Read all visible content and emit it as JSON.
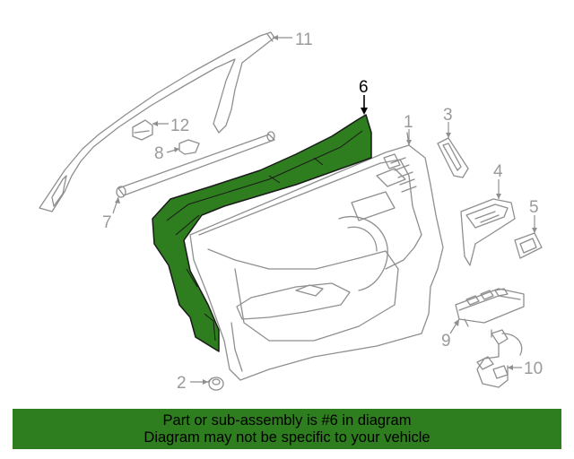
{
  "colors": {
    "line": "#8f8f8f",
    "highlight_fill": "#2e7d1e",
    "highlight_stroke": "#1a1a1a",
    "banner_bg": "#2e7d1e",
    "text_primary": "#000000",
    "callout_gray": "#9a9a9a"
  },
  "diagram": {
    "highlighted_part": "6",
    "callouts": [
      {
        "number": "1",
        "part": "door-trim-panel"
      },
      {
        "number": "2",
        "part": "push-pin-clip"
      },
      {
        "number": "3",
        "part": "trim-bezel"
      },
      {
        "number": "4",
        "part": "pull-handle-housing"
      },
      {
        "number": "5",
        "part": "lamp-lens"
      },
      {
        "number": "6",
        "part": "water-deflector"
      },
      {
        "number": "7",
        "part": "belt-weatherstrip"
      },
      {
        "number": "8",
        "part": "clip"
      },
      {
        "number": "9",
        "part": "switch-module"
      },
      {
        "number": "10",
        "part": "wiring-harness"
      },
      {
        "number": "11",
        "part": "window-frame-molding"
      },
      {
        "number": "12",
        "part": "retainer-clip"
      }
    ]
  },
  "banner": {
    "line1": "Part or sub-assembly is #6 in diagram",
    "line2": "Diagram may not be specific to your vehicle"
  }
}
